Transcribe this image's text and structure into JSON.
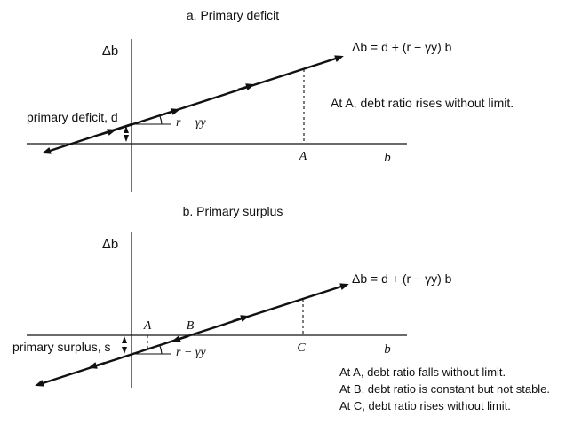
{
  "panel_a": {
    "title": "a. Primary deficit",
    "y_axis_label": "Δb",
    "x_axis_label": "b",
    "equation": "Δb = d + (r − γy) b",
    "intercept_label": "primary deficit, d",
    "slope_label": "r − γy",
    "point_label": "A",
    "note": "At A, debt ratio rises without limit."
  },
  "panel_b": {
    "title": "b. Primary surplus",
    "y_axis_label": "Δb",
    "x_axis_label": "b",
    "equation": "Δb = d + (r − γy) b",
    "intercept_label": "primary surplus, s",
    "slope_label": "r − γy",
    "point_labels": [
      "A",
      "B",
      "C"
    ],
    "notes": [
      "At A, debt ratio falls without limit.",
      "At B, debt ratio is constant but not stable.",
      "At C, debt ratio rises without limit."
    ]
  }
}
